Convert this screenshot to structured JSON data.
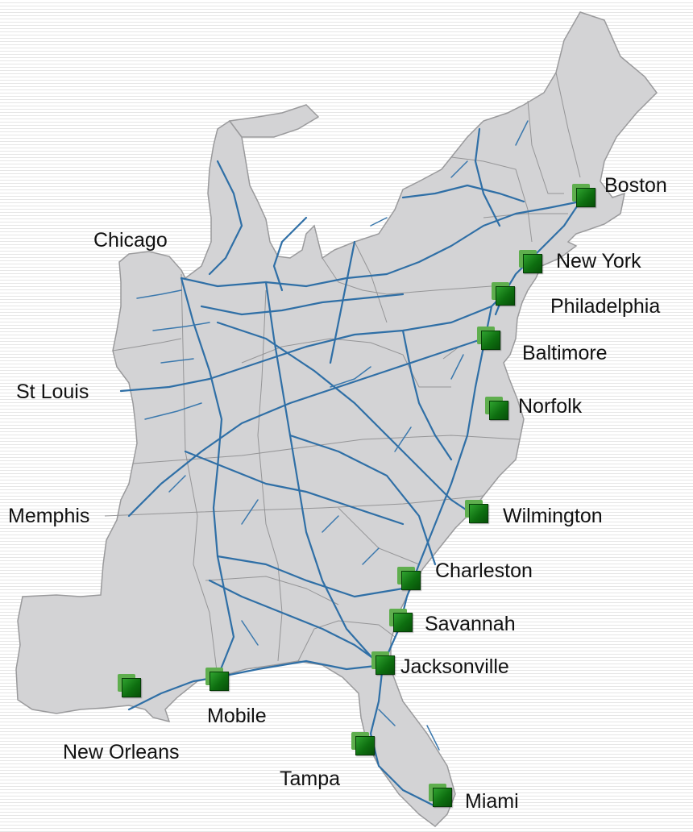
{
  "map": {
    "region": "Eastern United States rail network",
    "colors": {
      "land": "#d3d3d5",
      "rail": "#2f6fa6",
      "marker": "#0e6f10",
      "background_stripe": "#e6e6e6"
    }
  },
  "port_cities": [
    {
      "id": "boston",
      "name": "Boston"
    },
    {
      "id": "new-york",
      "name": "New York"
    },
    {
      "id": "philadelphia",
      "name": "Philadelphia"
    },
    {
      "id": "baltimore",
      "name": "Baltimore"
    },
    {
      "id": "norfolk",
      "name": "Norfolk"
    },
    {
      "id": "wilmington",
      "name": "Wilmington"
    },
    {
      "id": "charleston",
      "name": "Charleston"
    },
    {
      "id": "savannah",
      "name": "Savannah"
    },
    {
      "id": "jacksonville",
      "name": "Jacksonville"
    },
    {
      "id": "mobile",
      "name": "Mobile"
    },
    {
      "id": "new-orleans",
      "name": "New Orleans"
    },
    {
      "id": "tampa",
      "name": "Tampa"
    },
    {
      "id": "miami",
      "name": "Miami"
    }
  ],
  "inland_cities": [
    {
      "id": "chicago",
      "name": "Chicago"
    },
    {
      "id": "st-louis",
      "name": "St Louis"
    },
    {
      "id": "memphis",
      "name": "Memphis"
    }
  ]
}
